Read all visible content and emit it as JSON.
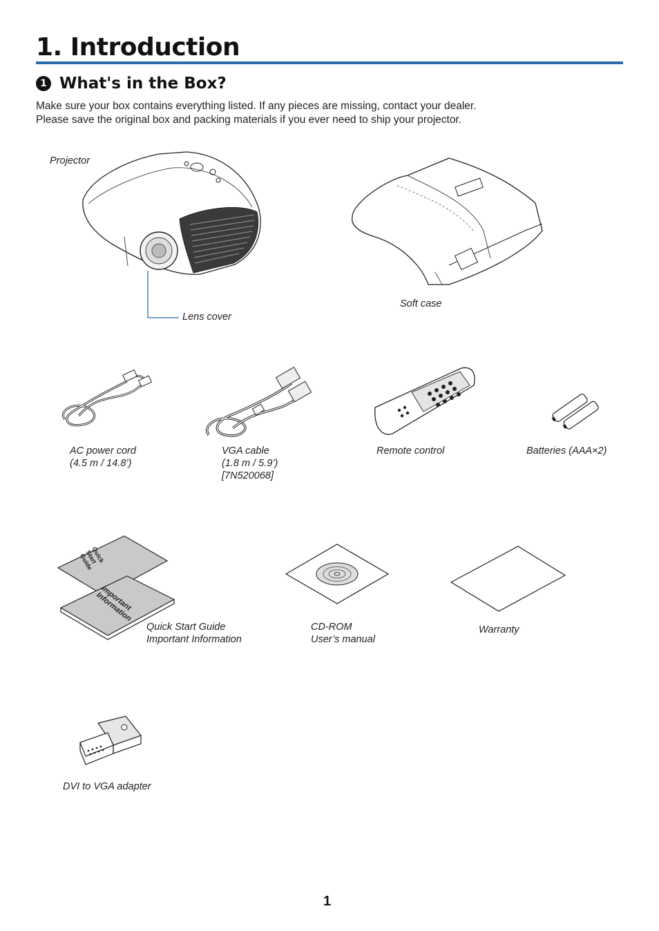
{
  "header": {
    "chapter_title": "1. Introduction"
  },
  "section": {
    "number": "1",
    "title": "What's in the Box?",
    "intro_lines": [
      "Make sure your box contains everything listed. If any pieces are missing, contact your dealer.",
      "Please save the original box and packing materials if you ever need to ship your projector."
    ]
  },
  "items": {
    "projector": "Projector",
    "lens_cover": "Lens cover",
    "soft_case": "Soft case",
    "ac_power_cord": [
      "AC power cord",
      "(4.5 m / 14.8’)"
    ],
    "vga_cable": [
      "VGA cable",
      "(1.8 m / 5.9’)",
      "[7N520068]"
    ],
    "remote_control": "Remote control",
    "batteries": "Batteries (AAA×2)",
    "quick_start": [
      "Quick Start Guide",
      "Important Information"
    ],
    "cd_rom": [
      "CD-ROM",
      "User’s manual"
    ],
    "warranty": "Warranty",
    "dvi_adapter": "DVI to VGA adapter"
  },
  "booklets": {
    "quick_start_cover": [
      "Quick",
      "Start",
      "Guide"
    ],
    "important_cover": [
      "Important",
      "Information"
    ]
  },
  "footer": {
    "page_number": "1"
  },
  "colors": {
    "accent_rule": "#2a6aaa",
    "callout_line": "#2a6aaa"
  }
}
